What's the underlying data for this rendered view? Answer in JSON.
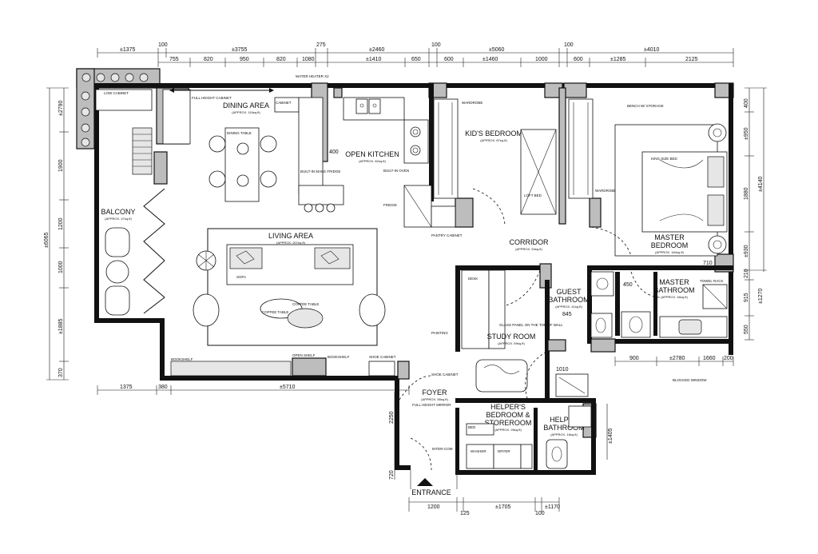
{
  "rooms": {
    "balcony": {
      "name": "BALCONY",
      "area": "(APPROX. 47sq.ft)"
    },
    "dining": {
      "name": "DINING AREA",
      "area": "(APPROX. 116sq.ft)"
    },
    "kitchen": {
      "name": "OPEN KITCHEN",
      "area": "(APPROX. 82sq.ft)"
    },
    "kids": {
      "name": "KID'S BEDROOM",
      "area": "(APPROX. 87sq.ft)"
    },
    "master": {
      "name": "MASTER",
      "name2": "BEDROOM",
      "area": "(APPROX. 184sq.ft)"
    },
    "living": {
      "name": "LIVING AREA",
      "area": "(APPROX. 207sq.ft)"
    },
    "corridor": {
      "name": "CORRIDOR",
      "area": "(APPROX. 54sq.ft)"
    },
    "guest_bath": {
      "name": "GUEST",
      "name2": "BATHROOM",
      "area": "(APPROX. 41sq.ft)"
    },
    "master_bath": {
      "name": "MASTER",
      "name2": "BATHROOM",
      "area": "(APPROX. 46sq.ft)"
    },
    "study": {
      "name": "STUDY ROOM",
      "area": "(APPROX. 69sq.ft)"
    },
    "foyer": {
      "name": "FOYER",
      "area": "(APPROX. 56sq.ft)"
    },
    "helpers_bed": {
      "name": "HELPER'S",
      "name2": "BEDROOM &",
      "name3": "STOREROOM",
      "area": "(APPROX. 26sq.ft)"
    },
    "helpers_bath": {
      "name": "HELPER'S",
      "name2": "BATHROOM",
      "area": "(APPROX. 18sq.ft)"
    },
    "entrance": {
      "name": "ENTRANCE"
    }
  },
  "notes": {
    "water_heater": "WATER HEATER X2",
    "full_height_cabinet": "FULL HEIGHT CABINET",
    "cabinet": "CABINET",
    "low_cabinet": "LOW CABINET",
    "built_in_fridge": "BUILT-IN MAKE FRIDGE",
    "built_in_oven": "BUILT-IN OVEN",
    "fridge": "FRIDGE",
    "pantry": "PANTRY CABINET",
    "wardrobe": "WARDROBE",
    "bench": "BENCH W/ STORAGE",
    "king_bed": "KING SIZE BED",
    "loft_bed": "LOFT BED",
    "sofa": "SOFA",
    "coffee_table": "COFFEE TABLE",
    "dining_table": "DINING TABLE",
    "open_shelf": "OPEN SHELF",
    "bookshelf": "BOOKSHELF",
    "shoe_cabinet": "SHOE CABINET",
    "full_height_mirror": "FULL HEIGHT MIRROR",
    "glass_panel": "GLASS PANEL ON THE TOP OF WALL",
    "desk": "DESK",
    "washer": "WASHER",
    "dryer": "DRYER",
    "intercom": "INTER-COM",
    "bed": "BED",
    "towel_rack": "TOWEL RACK",
    "blocked_window": "BLOCKED WINDOW",
    "painting": "PAINTING"
  },
  "dimensions": {
    "top_outer": [
      "±1375",
      "100",
      "±3755",
      "275",
      "±2460",
      "100",
      "±5060",
      "100",
      "±4010"
    ],
    "top_inner": [
      "755",
      "820",
      "950",
      "820",
      "1080",
      "±1410",
      "650",
      "600",
      "±1460",
      "1000",
      "600",
      "±1285",
      "2125"
    ],
    "left": [
      "±2790",
      "1900",
      "1200",
      "1000",
      "±1885",
      "370",
      "±6065"
    ],
    "right": [
      "400",
      "±950",
      "1880",
      "±4140",
      "±930",
      "210",
      "915",
      "±1270",
      "550"
    ],
    "bottom": [
      "1375",
      "380",
      "±5710"
    ],
    "bottom_right": [
      "900",
      "±2780",
      "1660",
      "200"
    ],
    "entrance_bottom": [
      "1200",
      "125",
      "±1705",
      "100",
      "±1170"
    ],
    "misc": [
      "2250",
      "720",
      "±1405",
      "710",
      "450",
      "845",
      "1010",
      "400"
    ]
  }
}
